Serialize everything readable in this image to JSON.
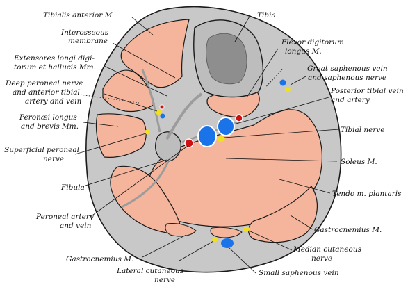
{
  "colors": {
    "muscle": "#f5b59c",
    "fascia": "#c8c8c8",
    "fascia_dark": "#9c9c9c",
    "bone": "#bdbdbd",
    "marrow": "#8e8e8e",
    "outline": "#1a1a1a",
    "vein": "#1a73e8",
    "nerve": "#f0e020",
    "artery": "#d01010",
    "background": "#ffffff"
  },
  "labels": {
    "tibialis_anterior": "Tibialis anterior M",
    "interosseous_1": "Interosseous",
    "interosseous_2": "membrane",
    "extensores_1": "Extensores longi digi-",
    "extensores_2": "torum et hallucis Mm.",
    "deep_peroneal_1": "Deep peroneal nerve",
    "deep_peroneal_2": "and anterior tibial",
    "deep_peroneal_3": "artery and vein",
    "peronaei_1": "Peronæi longus",
    "peronaei_2": "and brevis Mm.",
    "superficial_peroneal_1": "Superficial peroneal",
    "superficial_peroneal_2": "nerve",
    "fibula": "Fibula",
    "peroneal_artery_1": "Peroneal artery",
    "peroneal_artery_2": "and vein",
    "gastrocnemius_left": "Gastrocnemius M.",
    "lateral_cutaneous_1": "Lateral cutaneous",
    "lateral_cutaneous_2": "nerve",
    "tibia": "Tibia",
    "flexor_1": "Flexor digitorum",
    "flexor_2": "longus M.",
    "great_saphenous_1": "Great saphenous vein",
    "great_saphenous_2": "and saphenous nerve",
    "posterior_tibial_1": "Posterior tibial vein",
    "posterior_tibial_2": "and artery",
    "tibial_nerve": "Tibial nerve",
    "soleus": "Soleus M.",
    "tendo": "Tendo m. plantaris",
    "gastrocnemius_right": "Gastrocnemius M.",
    "median_cutaneous_1": "Median cutaneous",
    "median_cutaneous_2": "nerve",
    "small_saphenous": "Small saphenous vein"
  }
}
